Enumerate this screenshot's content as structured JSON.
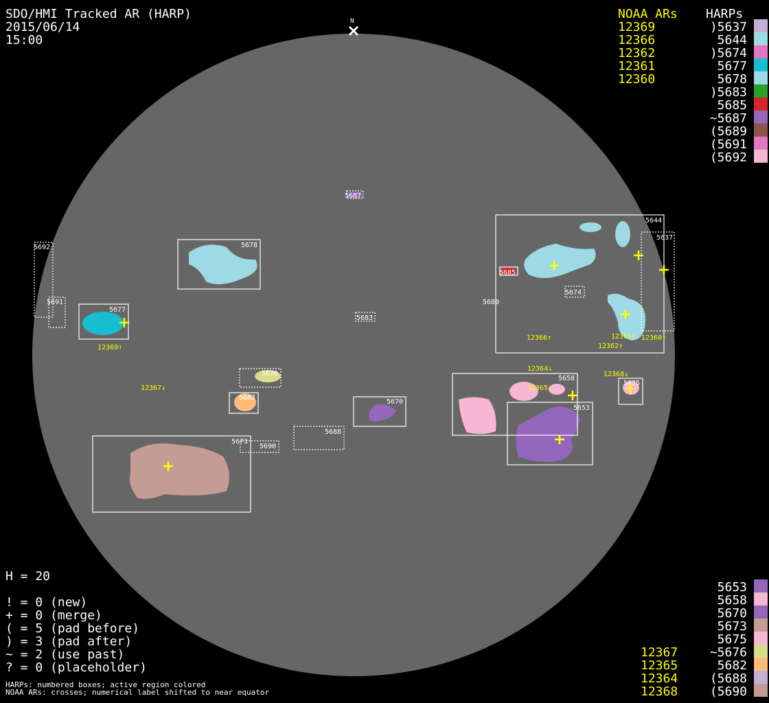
{
  "header": {
    "title": "SDO/HMI Tracked AR (HARP)",
    "date": "2015/06/14",
    "time": "15:00",
    "north_label": "N"
  },
  "legend_top": {
    "noaa_heading": "NOAA ARs",
    "harp_heading": "HARPs",
    "noaa": [
      "12369",
      "12366",
      "12362",
      "12361",
      "12360"
    ],
    "harps": [
      {
        "label": ")5637",
        "color": "#c5b0d5"
      },
      {
        "label": "5644",
        "color": "#9edae5"
      },
      {
        "label": ")5674",
        "color": "#e377c2"
      },
      {
        "label": "5677",
        "color": "#17becf"
      },
      {
        "label": "5678",
        "color": "#9edae5"
      },
      {
        "label": ")5683",
        "color": "#2ca02c"
      },
      {
        "label": "5685",
        "color": "#d62728"
      },
      {
        "label": "~5687",
        "color": "#9467bd"
      },
      {
        "label": "(5689",
        "color": "#8c564b"
      },
      {
        "label": "(5691",
        "color": "#e377c2"
      },
      {
        "label": "(5692",
        "color": "#f7b6d2"
      }
    ]
  },
  "legend_bottom": {
    "noaa": [
      "12367",
      "12365",
      "12364",
      "12368"
    ],
    "harps": [
      {
        "label": "5653",
        "color": "#9467bd"
      },
      {
        "label": "5658",
        "color": "#f7b6d2"
      },
      {
        "label": "5670",
        "color": "#9467bd"
      },
      {
        "label": "5673",
        "color": "#c49c94"
      },
      {
        "label": "5675",
        "color": "#f7b6d2"
      },
      {
        "label": "~5676",
        "color": "#dbdb8d"
      },
      {
        "label": "5682",
        "color": "#ffbb78"
      },
      {
        "label": "(5688",
        "color": "#c5b0d5"
      },
      {
        "label": "(5690",
        "color": "#c49c94"
      }
    ]
  },
  "stats": {
    "h": "H = 20",
    "lines": [
      "! = 0 (new)",
      "+ = 0 (merge)",
      "( = 5 (pad before)",
      ") = 3 (pad after)",
      "~ = 2 (use past)",
      "? = 0 (placeholder)"
    ]
  },
  "footnotes": [
    "HARPs: numbered boxes; active region colored",
    "NOAA ARs: crosses; numerical label shifted to near equator"
  ],
  "disk": {
    "harp_labels": {
      "h5644": "5644",
      "h5637": "5637",
      "h5678": "5678",
      "h5677": "5677",
      "h5692": "5692",
      "h5691": "5691",
      "h5687": "5687",
      "h5683": "5683",
      "h5685": "5685",
      "h5674": "5674",
      "h5689": "5689",
      "h5676": "5676",
      "h5682": "5682",
      "h5670": "5670",
      "h5688": "5688",
      "h5690": "5690",
      "h5673": "5673",
      "h5658": "5658",
      "h5653": "5653",
      "h5675": "5675"
    },
    "noaa_labels": {
      "n12369": "12369↑",
      "n12367": "12367↓",
      "n12366": "12366↑",
      "n12362": "12362↑",
      "n12361": "12361↑",
      "n12360": "12360↑",
      "n12364": "12364↓",
      "n12365": "12365↓",
      "n12368": "12368↓"
    },
    "colors": {
      "disk": "#666666",
      "box": "#ffffff",
      "noaa": "#ffff00"
    }
  }
}
